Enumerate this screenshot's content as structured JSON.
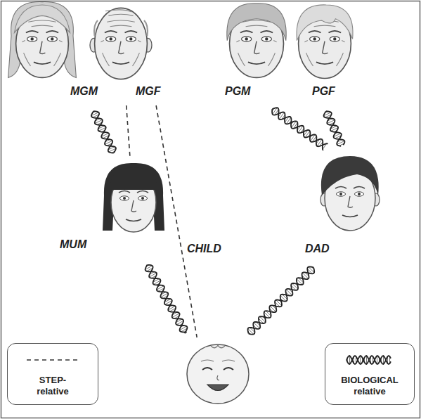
{
  "diagram": {
    "nodes": [
      {
        "text": [
          "MGM"
        ]
      },
      {
        "text": [
          "MGF"
        ]
      },
      {
        "text": [
          "PGM"
        ]
      },
      {
        "text": [
          "PGF"
        ]
      },
      {
        "text": [
          "MUM"
        ]
      },
      {
        "text": [
          "CHILD"
        ]
      },
      {
        "text": [
          "DAD"
        ]
      }
    ],
    "edges": [
      {
        "from": 0,
        "to": 4,
        "arrow": "none"
      },
      {
        "from": 1,
        "to": 4,
        "arrow": "none"
      },
      {
        "from": 1,
        "to": 5,
        "arrow": "none"
      },
      {
        "from": 2,
        "to": 6,
        "arrow": "none"
      },
      {
        "from": 3,
        "to": 6,
        "arrow": "none"
      },
      {
        "from": 4,
        "to": 5,
        "arrow": "none"
      },
      {
        "from": 6,
        "to": 5,
        "arrow": "none"
      }
    ],
    "legend": [
      {
        "text": "STEP- relative"
      },
      {
        "text": "BIOLOGICAL relative"
      }
    ]
  }
}
